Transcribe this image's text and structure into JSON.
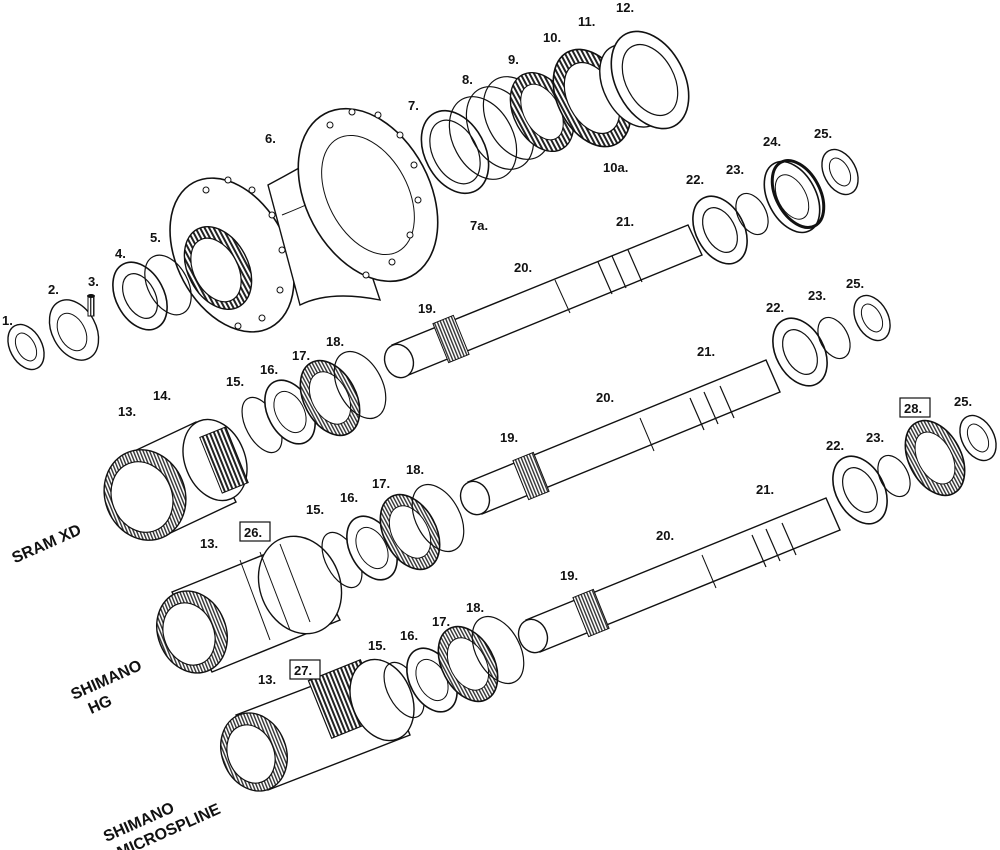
{
  "groups": [
    {
      "lines": [
        "SRAM XD"
      ]
    },
    {
      "lines": [
        "SHIMANO",
        "HG"
      ]
    },
    {
      "lines": [
        "SHIMANO",
        "MICROSPLINE"
      ]
    }
  ],
  "labels": {
    "l1": "1.",
    "l2": "2.",
    "l3": "3.",
    "l4": "4.",
    "l5": "5.",
    "l6": "6.",
    "l7": "7.",
    "l7a": "7a.",
    "l8": "8.",
    "l9": "9.",
    "l10": "10.",
    "l10a": "10a.",
    "l11": "11.",
    "l12": "12.",
    "l20a": "20.",
    "l21a": "21.",
    "l22a": "22.",
    "l23a": "23.",
    "l24": "24.",
    "l25a": "25.",
    "l19a": "19.",
    "l13a": "13.",
    "l14": "14.",
    "l15a": "15.",
    "l16a": "16.",
    "l17a": "17.",
    "l18a": "18.",
    "l19b": "19.",
    "l20b": "20.",
    "l21b": "21.",
    "l22b": "22.",
    "l23b": "23.",
    "l25b": "25.",
    "l28": "28.",
    "l25c": "25.",
    "l13b": "13.",
    "l26": "26.",
    "l15b": "15.",
    "l16b": "16.",
    "l17b": "17.",
    "l18b": "18.",
    "l22c": "22.",
    "l23c": "23.",
    "l21c": "21.",
    "l20c": "20.",
    "l19c": "19.",
    "l13c": "13.",
    "l27": "27.",
    "l15c": "15.",
    "l16c": "16.",
    "l17c": "17.",
    "l18c": "18."
  }
}
